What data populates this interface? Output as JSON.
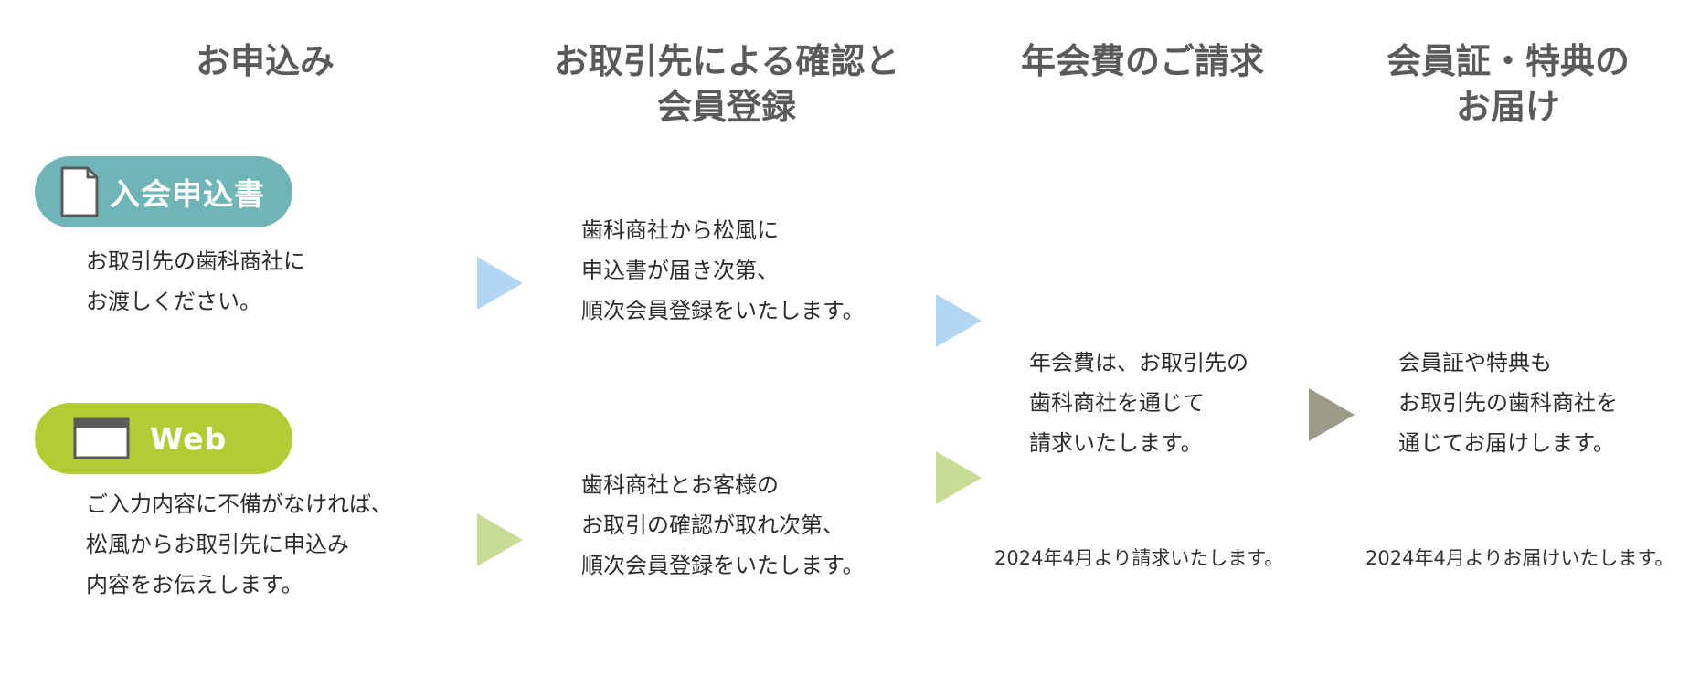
{
  "colors": {
    "teal_pill": "#6fb5b7",
    "green_pill": "#b5cb33",
    "arrow_blue": "#b3d6f2",
    "arrow_green": "#c8dc96",
    "arrow_gray": "#9b9b88",
    "title_gray": "#5a5a5a"
  },
  "columns": {
    "step1": {
      "title": "お申込み"
    },
    "step2": {
      "title": "お取引先による確認と\n会員登録"
    },
    "step3": {
      "title": "年会費のご請求"
    },
    "step4": {
      "title": "会員証・特典の\nお届け"
    }
  },
  "paper_route": {
    "pill_label": "入会申込書",
    "icon": "document-icon",
    "description": "お取引先の歯科商社に\nお渡しください。",
    "registration_text": "歯科商社から松風に\n申込書が届き次第、\n順次会員登録をいたします。"
  },
  "web_route": {
    "pill_label": "Web",
    "icon": "browser-window-icon",
    "description": "ご入力内容に不備がなければ、\n松風からお取引先に申込み\n内容をお伝えします。",
    "registration_text": "歯科商社とお客様の\nお取引の確認が取れ次第、\n順次会員登録をいたします。"
  },
  "billing": {
    "text": "年会費は、お取引先の\n歯科商社を通じて\n請求いたします。",
    "note": "2024年4月より請求いたします。"
  },
  "delivery": {
    "text": "会員証や特典も\nお取引先の歯科商社を\n通じてお届けします。",
    "note": "2024年4月よりお届けいたします。"
  }
}
